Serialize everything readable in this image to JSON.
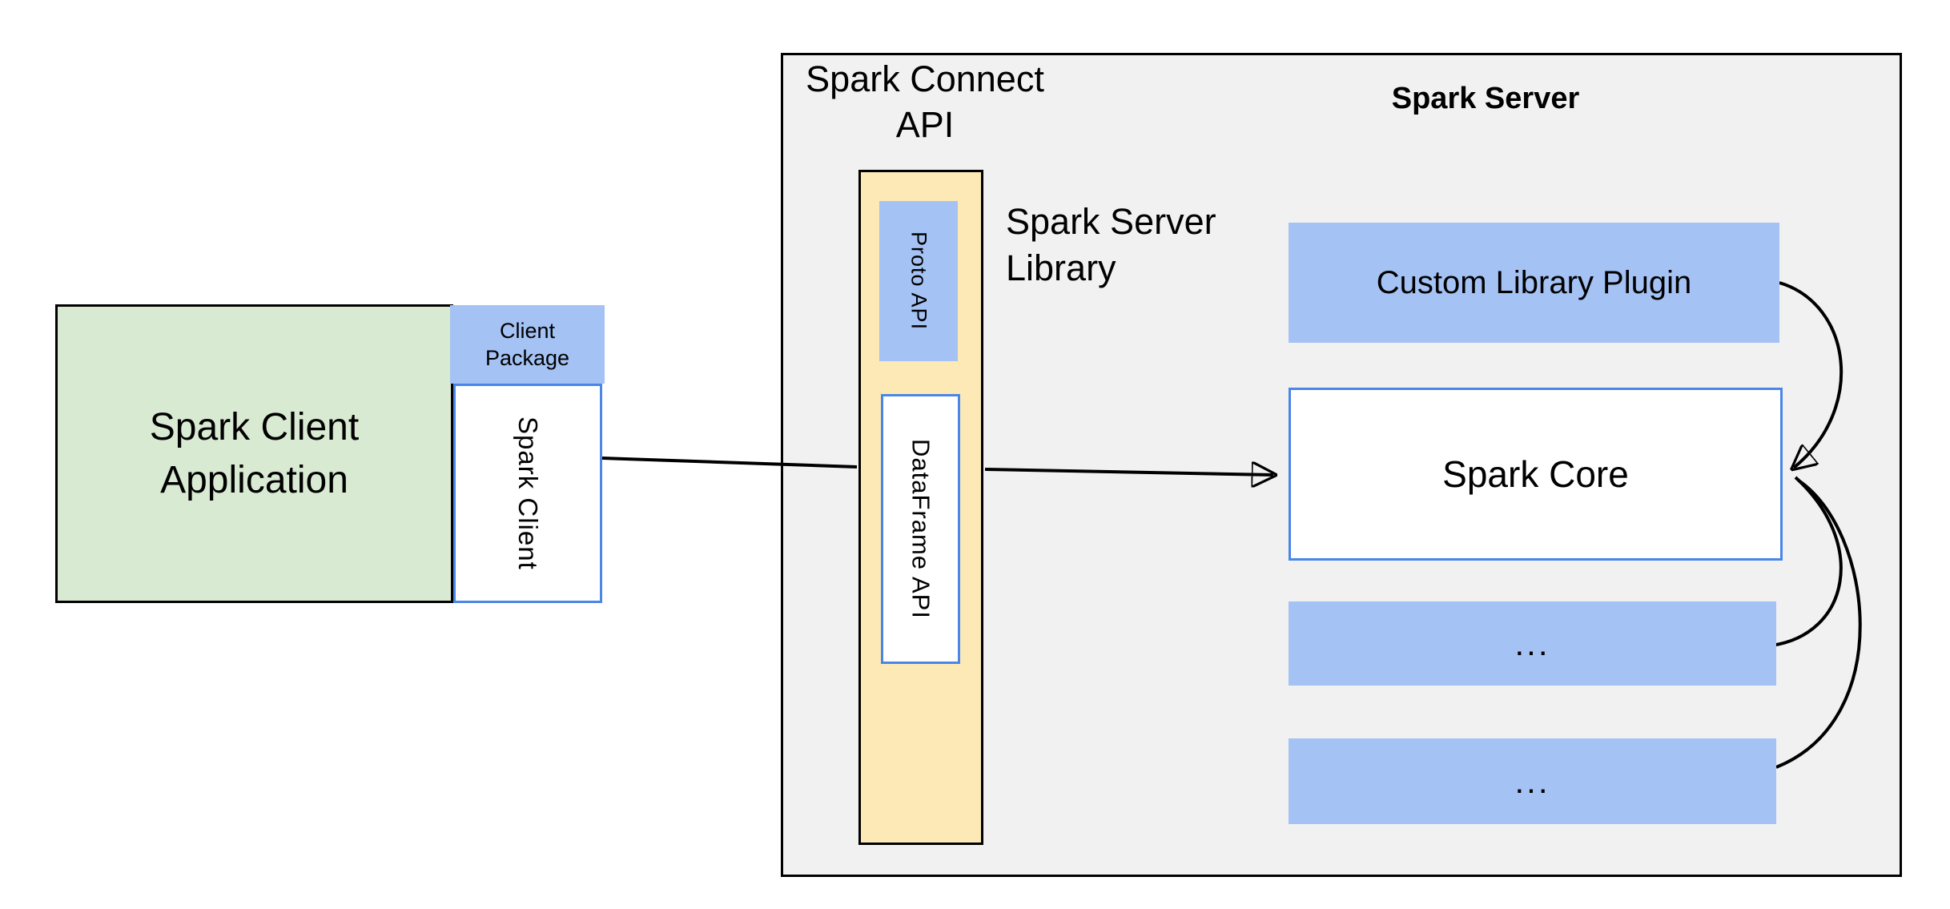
{
  "colors": {
    "green_fill": "#d9ead3",
    "blue_fill": "#a4c2f4",
    "cream_fill": "#fce9b6",
    "gray_fill": "#f1f1f1",
    "blue_border": "#4a86e8",
    "line_color": "#000000",
    "text_color": "#000000",
    "page_bg": "#ffffff"
  },
  "client": {
    "application_label": "Spark Client\nApplication",
    "package_label": "Client\nPackage",
    "spark_client_label": "Spark Client"
  },
  "connect": {
    "api_label": "Spark Connect\nAPI",
    "proto_api_label": "Proto API",
    "dataframe_api_label": "DataFrame API",
    "server_library_label": "Spark Server\nLibrary"
  },
  "server": {
    "title": "Spark Server",
    "custom_library_plugin_label": "Custom Library Plugin",
    "spark_core_label": "Spark Core",
    "plugin_slot_1_label": "...",
    "plugin_slot_2_label": "..."
  }
}
